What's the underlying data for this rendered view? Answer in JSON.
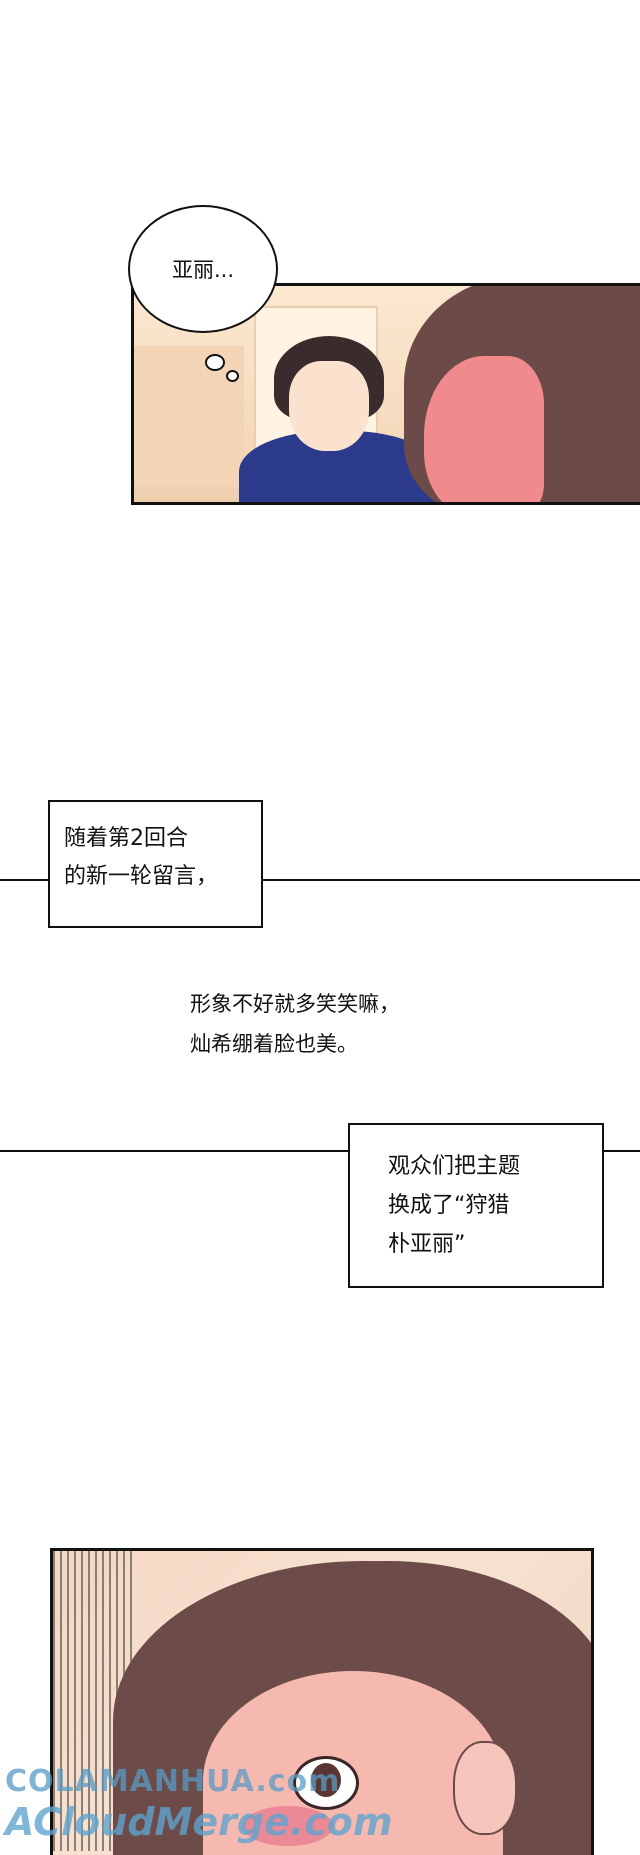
{
  "bubble": {
    "text": "亚丽..."
  },
  "caption1": {
    "lines": [
      "随着第2回合",
      "的新一轮留言，"
    ]
  },
  "comment": {
    "lines": [
      "形象不好就多笑笑嘛，",
      "灿希绷着脸也美。"
    ]
  },
  "caption2": {
    "lines": [
      "观众们把主题",
      "换成了“狩猎",
      "朴亚丽”"
    ]
  },
  "watermark": {
    "top": "COLAMANHUA.com",
    "bottom": "ACloudMerge.com"
  },
  "colors": {
    "shirt": "#2c3a8c",
    "hair": "#6b4a48",
    "watermark": "#5a9ac4"
  }
}
